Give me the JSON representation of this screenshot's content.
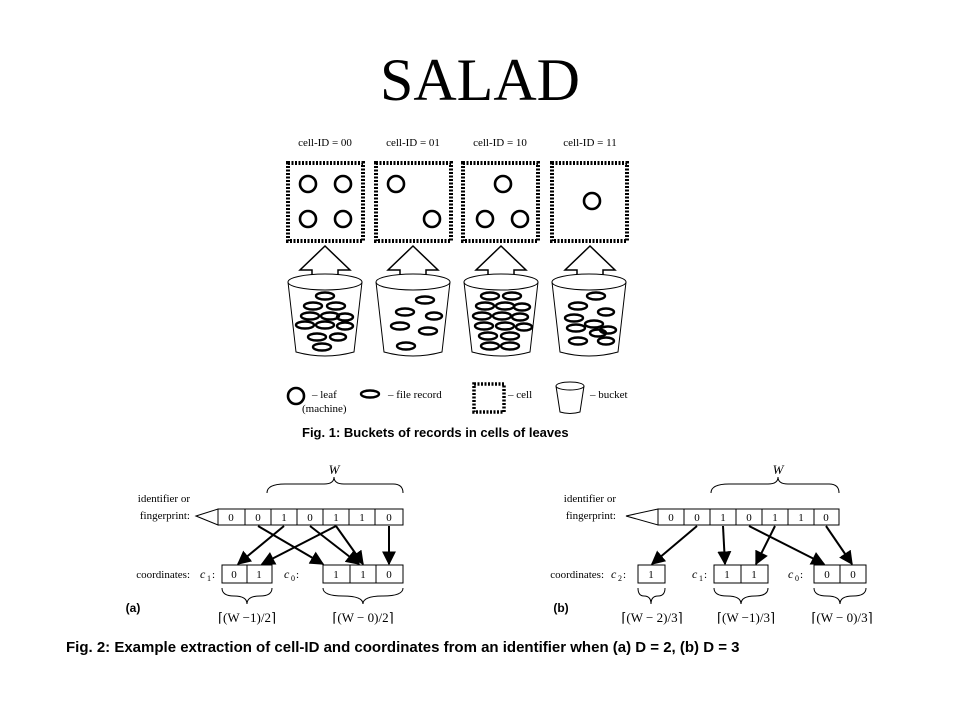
{
  "title": "SALAD",
  "fig1": {
    "cells": [
      {
        "label": "cell-ID = 00"
      },
      {
        "label": "cell-ID = 01"
      },
      {
        "label": "cell-ID = 10"
      },
      {
        "label": "cell-ID = 11"
      }
    ],
    "legend": {
      "leaf": "– leaf",
      "leaf_sub": "(machine)",
      "file_record": "– file record",
      "cell": "– cell",
      "bucket": "– bucket"
    },
    "caption": "Fig. 1: Buckets of records in cells of leaves"
  },
  "fig2": {
    "a": {
      "w": "W",
      "id_label_1": "identifier or",
      "id_label_2": "fingerprint:",
      "bits": [
        "0",
        "0",
        "1",
        "0",
        "1",
        "1",
        "0"
      ],
      "coord_label": "coordinates:",
      "c1_label": "c",
      "c1_sub": "1",
      "c1_bits": [
        "0",
        "1"
      ],
      "c0_label": "c",
      "c0_sub": "0",
      "c0_bits": [
        "1",
        "1",
        "0"
      ],
      "formula1": "⌈(W −1)/2⌉",
      "formula0": "⌈(W − 0)/2⌉",
      "tag": "(a)"
    },
    "b": {
      "w": "W",
      "id_label_1": "identifier or",
      "id_label_2": "fingerprint:",
      "bits": [
        "0",
        "0",
        "1",
        "0",
        "1",
        "1",
        "0"
      ],
      "coord_label": "coordinates:",
      "c2_label": "c",
      "c2_sub": "2",
      "c2_bits": [
        "1"
      ],
      "c1_label": "c",
      "c1_sub": "1",
      "c1_bits": [
        "1",
        "1"
      ],
      "c0_label": "c",
      "c0_sub": "0",
      "c0_bits": [
        "0",
        "0"
      ],
      "formula2": "⌈(W − 2)/3⌉",
      "formula1": "⌈(W −1)/3⌉",
      "formula0": "⌈(W − 0)/3⌉",
      "tag": "(b)"
    },
    "caption": "Fig. 2: Example extraction of cell-ID and coordinates from an identifier when (a) D = 2, (b) D = 3"
  }
}
